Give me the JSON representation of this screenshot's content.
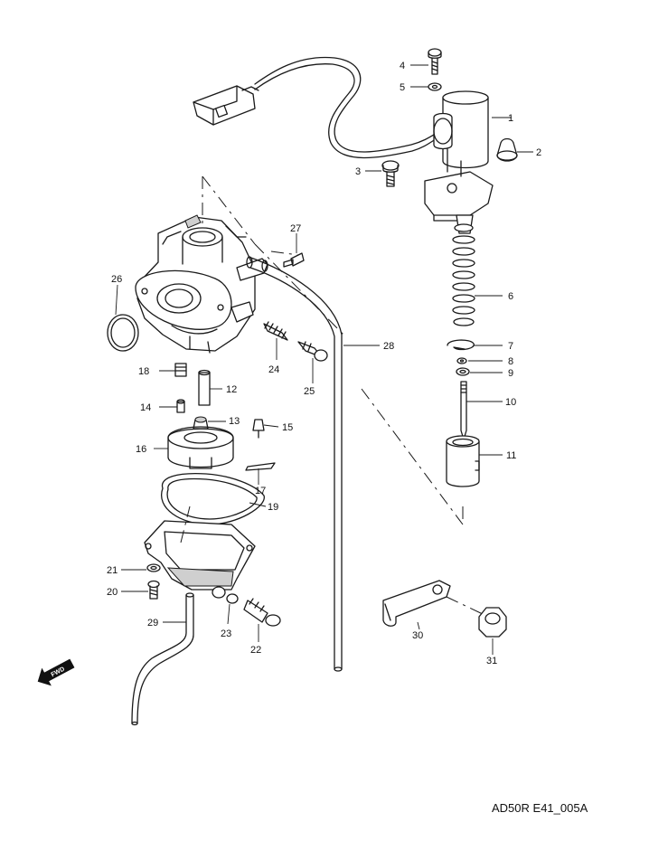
{
  "diagram": {
    "drawing_code": "AD50R E41_005A",
    "fwd_label": "FWD",
    "callouts": {
      "p1": "1",
      "p2": "2",
      "p3": "3",
      "p4": "4",
      "p5": "5",
      "p6": "6",
      "p7": "7",
      "p8": "8",
      "p9": "9",
      "p10": "10",
      "p11": "11",
      "p12": "12",
      "p13": "13",
      "p14": "14",
      "p15": "15",
      "p16": "16",
      "p17": "17",
      "p18": "18",
      "p19": "19",
      "p20": "20",
      "p21": "21",
      "p22": "22",
      "p23": "23",
      "p24": "24",
      "p25": "25",
      "p26": "26",
      "p27": "27",
      "p28": "28",
      "p29": "29",
      "p30": "30",
      "p31": "31"
    }
  }
}
